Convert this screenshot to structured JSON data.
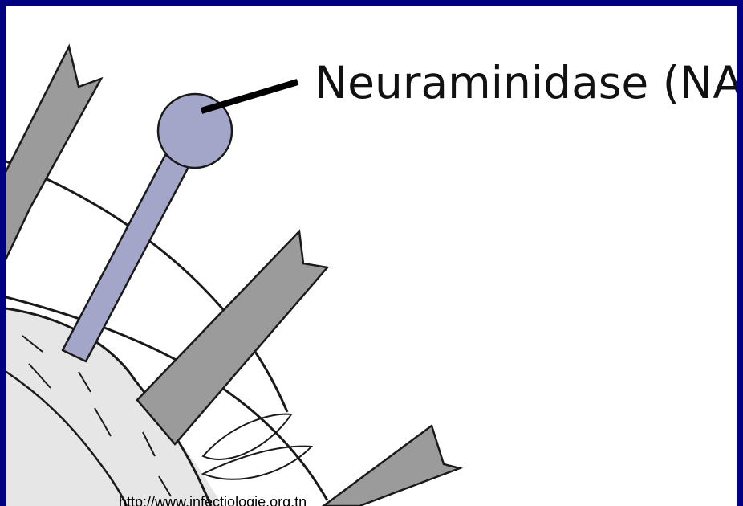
{
  "slide": {
    "label": "Neuraminidase (NA)",
    "source_url": "http://www.infectiologie.org.tn"
  },
  "colors": {
    "frame": "#000080",
    "background": "#ffffff",
    "neuraminidase": "#a3a6c8",
    "hemagglutinin": "#9b9b9b",
    "membrane": "#e6e6e6",
    "outline": "#1a1a1a"
  },
  "icons": [
    "neuraminidase-spike",
    "hemagglutinin-spike",
    "lipid-membrane"
  ]
}
